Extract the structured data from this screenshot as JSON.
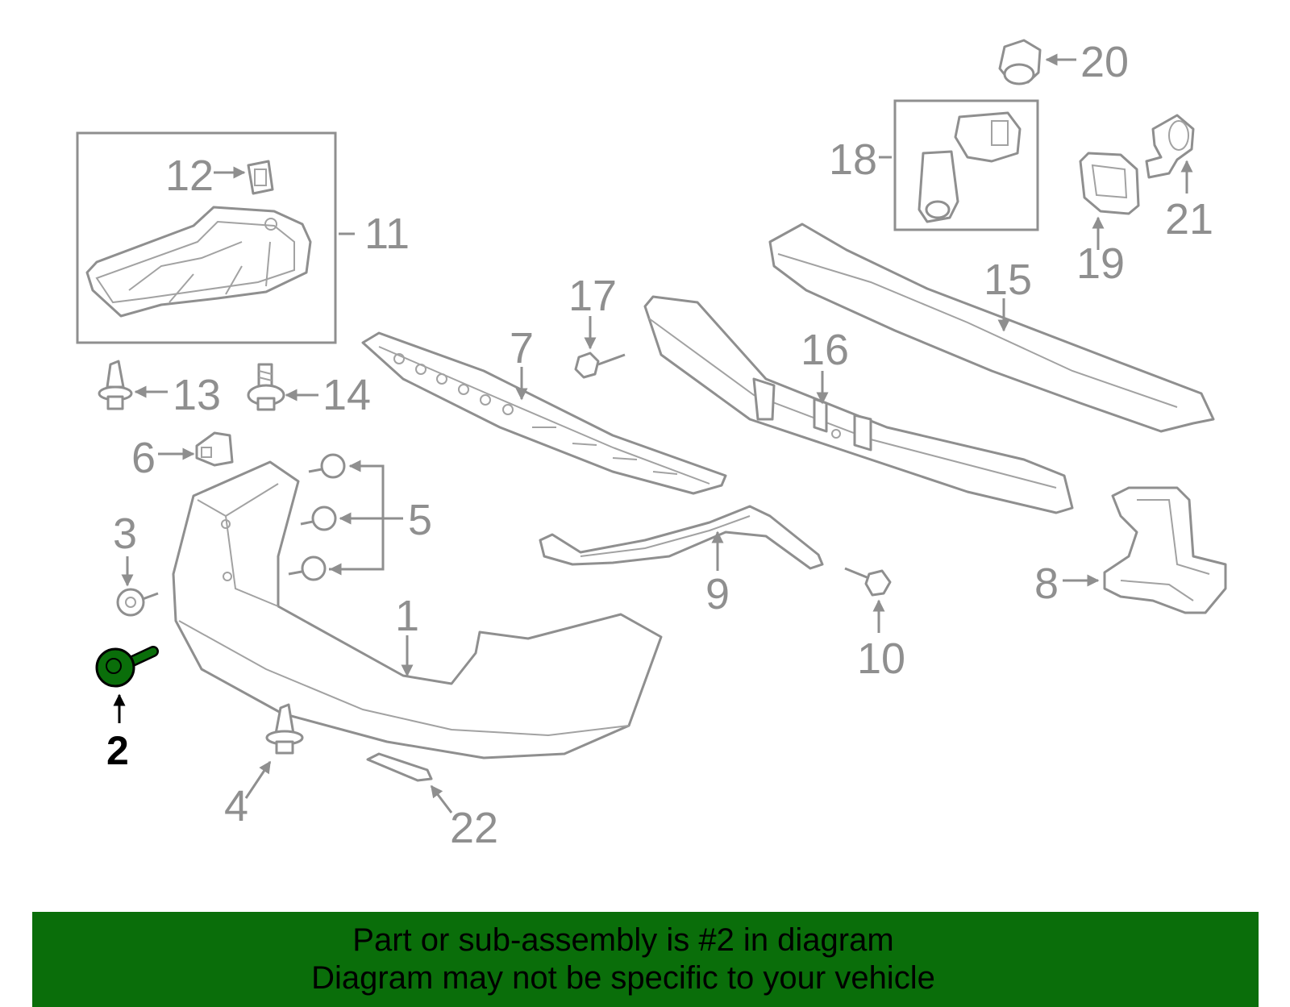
{
  "diagram": {
    "highlighted_part": "2",
    "highlight_color": "#0a6e0a",
    "line_color": "#8f8f8f",
    "callouts": {
      "c1": "1",
      "c2": "2",
      "c3": "3",
      "c4": "4",
      "c5": "5",
      "c6": "6",
      "c7": "7",
      "c8": "8",
      "c9": "9",
      "c10": "10",
      "c11": "11",
      "c12": "12",
      "c13": "13",
      "c14": "14",
      "c15": "15",
      "c16": "16",
      "c17": "17",
      "c18": "18",
      "c19": "19",
      "c20": "20",
      "c21": "21",
      "c22": "22"
    }
  },
  "banner": {
    "line1": "Part or sub-assembly is #2 in diagram",
    "line2": "Diagram may not be specific to your vehicle",
    "background": "#0a6e0a"
  }
}
